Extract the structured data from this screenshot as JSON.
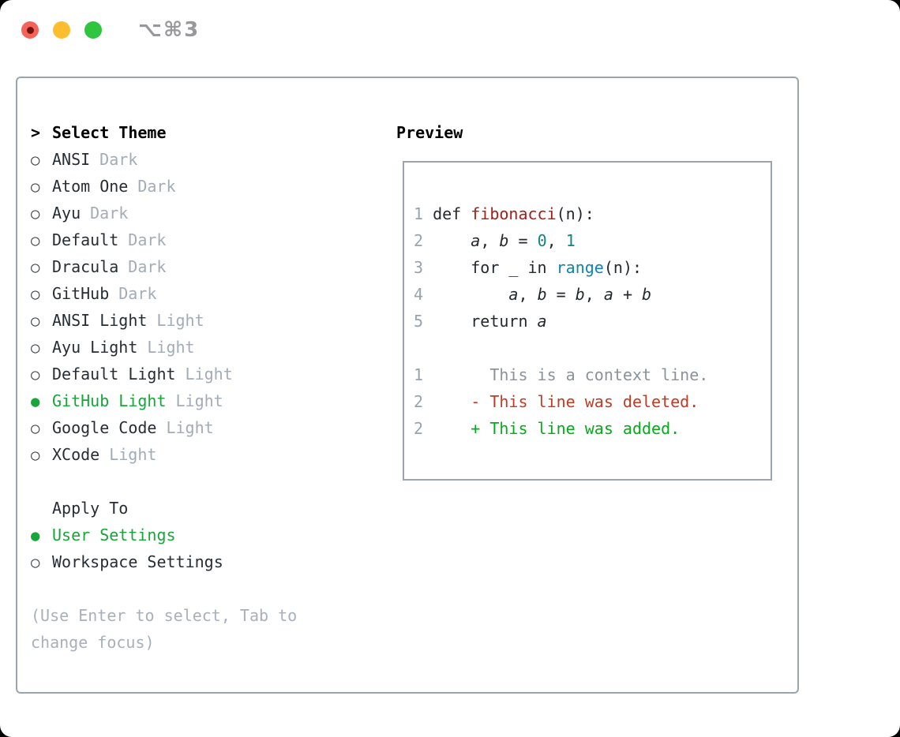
{
  "window": {
    "shortcut_label": "⌥⌘3",
    "traffic_lights": [
      "close",
      "minimize",
      "zoom"
    ]
  },
  "colors": {
    "selected_green": "#16a63a",
    "added_green": "#00ae17",
    "deleted_red": "#c33a24",
    "function_red": "#a61e15",
    "number_teal": "#0e8585",
    "builtin_blue": "#0b85b5",
    "muted_gray": "#a2acb8",
    "border_gray": "#9aa4ae",
    "close_red": "#f4635a",
    "minimize_yellow": "#fcbd2f",
    "zoom_green": "#30c53e"
  },
  "theme_panel": {
    "select_header": {
      "prefix": ">",
      "label": "Select Theme"
    },
    "radio_empty": "○",
    "radio_filled": "●",
    "themes": [
      {
        "name": "ANSI",
        "variant": "Dark",
        "selected": false
      },
      {
        "name": "Atom One",
        "variant": "Dark",
        "selected": false
      },
      {
        "name": "Ayu",
        "variant": "Dark",
        "selected": false
      },
      {
        "name": "Default",
        "variant": "Dark",
        "selected": false
      },
      {
        "name": "Dracula",
        "variant": "Dark",
        "selected": false
      },
      {
        "name": "GitHub",
        "variant": "Dark",
        "selected": false
      },
      {
        "name": "ANSI Light",
        "variant": "Light",
        "selected": false
      },
      {
        "name": "Ayu Light",
        "variant": "Light",
        "selected": false
      },
      {
        "name": "Default Light",
        "variant": "Light",
        "selected": false
      },
      {
        "name": "GitHub Light",
        "variant": "Light",
        "selected": true
      },
      {
        "name": "Google Code",
        "variant": "Light",
        "selected": false
      },
      {
        "name": "XCode",
        "variant": "Light",
        "selected": false
      }
    ],
    "apply_header": "Apply To",
    "apply_options": [
      {
        "name": "User Settings",
        "selected": true
      },
      {
        "name": "Workspace Settings",
        "selected": false
      }
    ],
    "hint": "(Use Enter to select, Tab to change focus)"
  },
  "preview": {
    "header": "Preview",
    "lines": [
      {
        "num": "1",
        "tokens": [
          {
            "t": "def ",
            "c": "kw"
          },
          {
            "t": "fibonacci",
            "c": "fn"
          },
          {
            "t": "(n):",
            "c": "pl"
          }
        ]
      },
      {
        "num": "2",
        "tokens": [
          {
            "t": "    ",
            "c": "pl"
          },
          {
            "t": "a",
            "c": "var"
          },
          {
            "t": ", ",
            "c": "pl"
          },
          {
            "t": "b",
            "c": "var"
          },
          {
            "t": " = ",
            "c": "pl"
          },
          {
            "t": "0",
            "c": "num"
          },
          {
            "t": ", ",
            "c": "pl"
          },
          {
            "t": "1",
            "c": "num"
          }
        ]
      },
      {
        "num": "3",
        "tokens": [
          {
            "t": "    for _ in ",
            "c": "pl"
          },
          {
            "t": "range",
            "c": "bi"
          },
          {
            "t": "(n):",
            "c": "pl"
          }
        ]
      },
      {
        "num": "4",
        "tokens": [
          {
            "t": "        ",
            "c": "pl"
          },
          {
            "t": "a",
            "c": "var"
          },
          {
            "t": ", ",
            "c": "pl"
          },
          {
            "t": "b",
            "c": "var"
          },
          {
            "t": " = ",
            "c": "pl"
          },
          {
            "t": "b",
            "c": "var"
          },
          {
            "t": ", ",
            "c": "pl"
          },
          {
            "t": "a",
            "c": "var"
          },
          {
            "t": " + ",
            "c": "pl"
          },
          {
            "t": "b",
            "c": "var"
          }
        ]
      },
      {
        "num": "5",
        "tokens": [
          {
            "t": "    return ",
            "c": "pl"
          },
          {
            "t": "a",
            "c": "var"
          }
        ]
      },
      {
        "num": "",
        "tokens": []
      },
      {
        "num": "1",
        "tokens": [
          {
            "t": "      This is a context line.",
            "c": "ctx"
          }
        ]
      },
      {
        "num": "2",
        "tokens": [
          {
            "t": "    - This line was deleted.",
            "c": "del"
          }
        ]
      },
      {
        "num": "2",
        "tokens": [
          {
            "t": "    + This line was added.",
            "c": "add"
          }
        ]
      }
    ]
  }
}
